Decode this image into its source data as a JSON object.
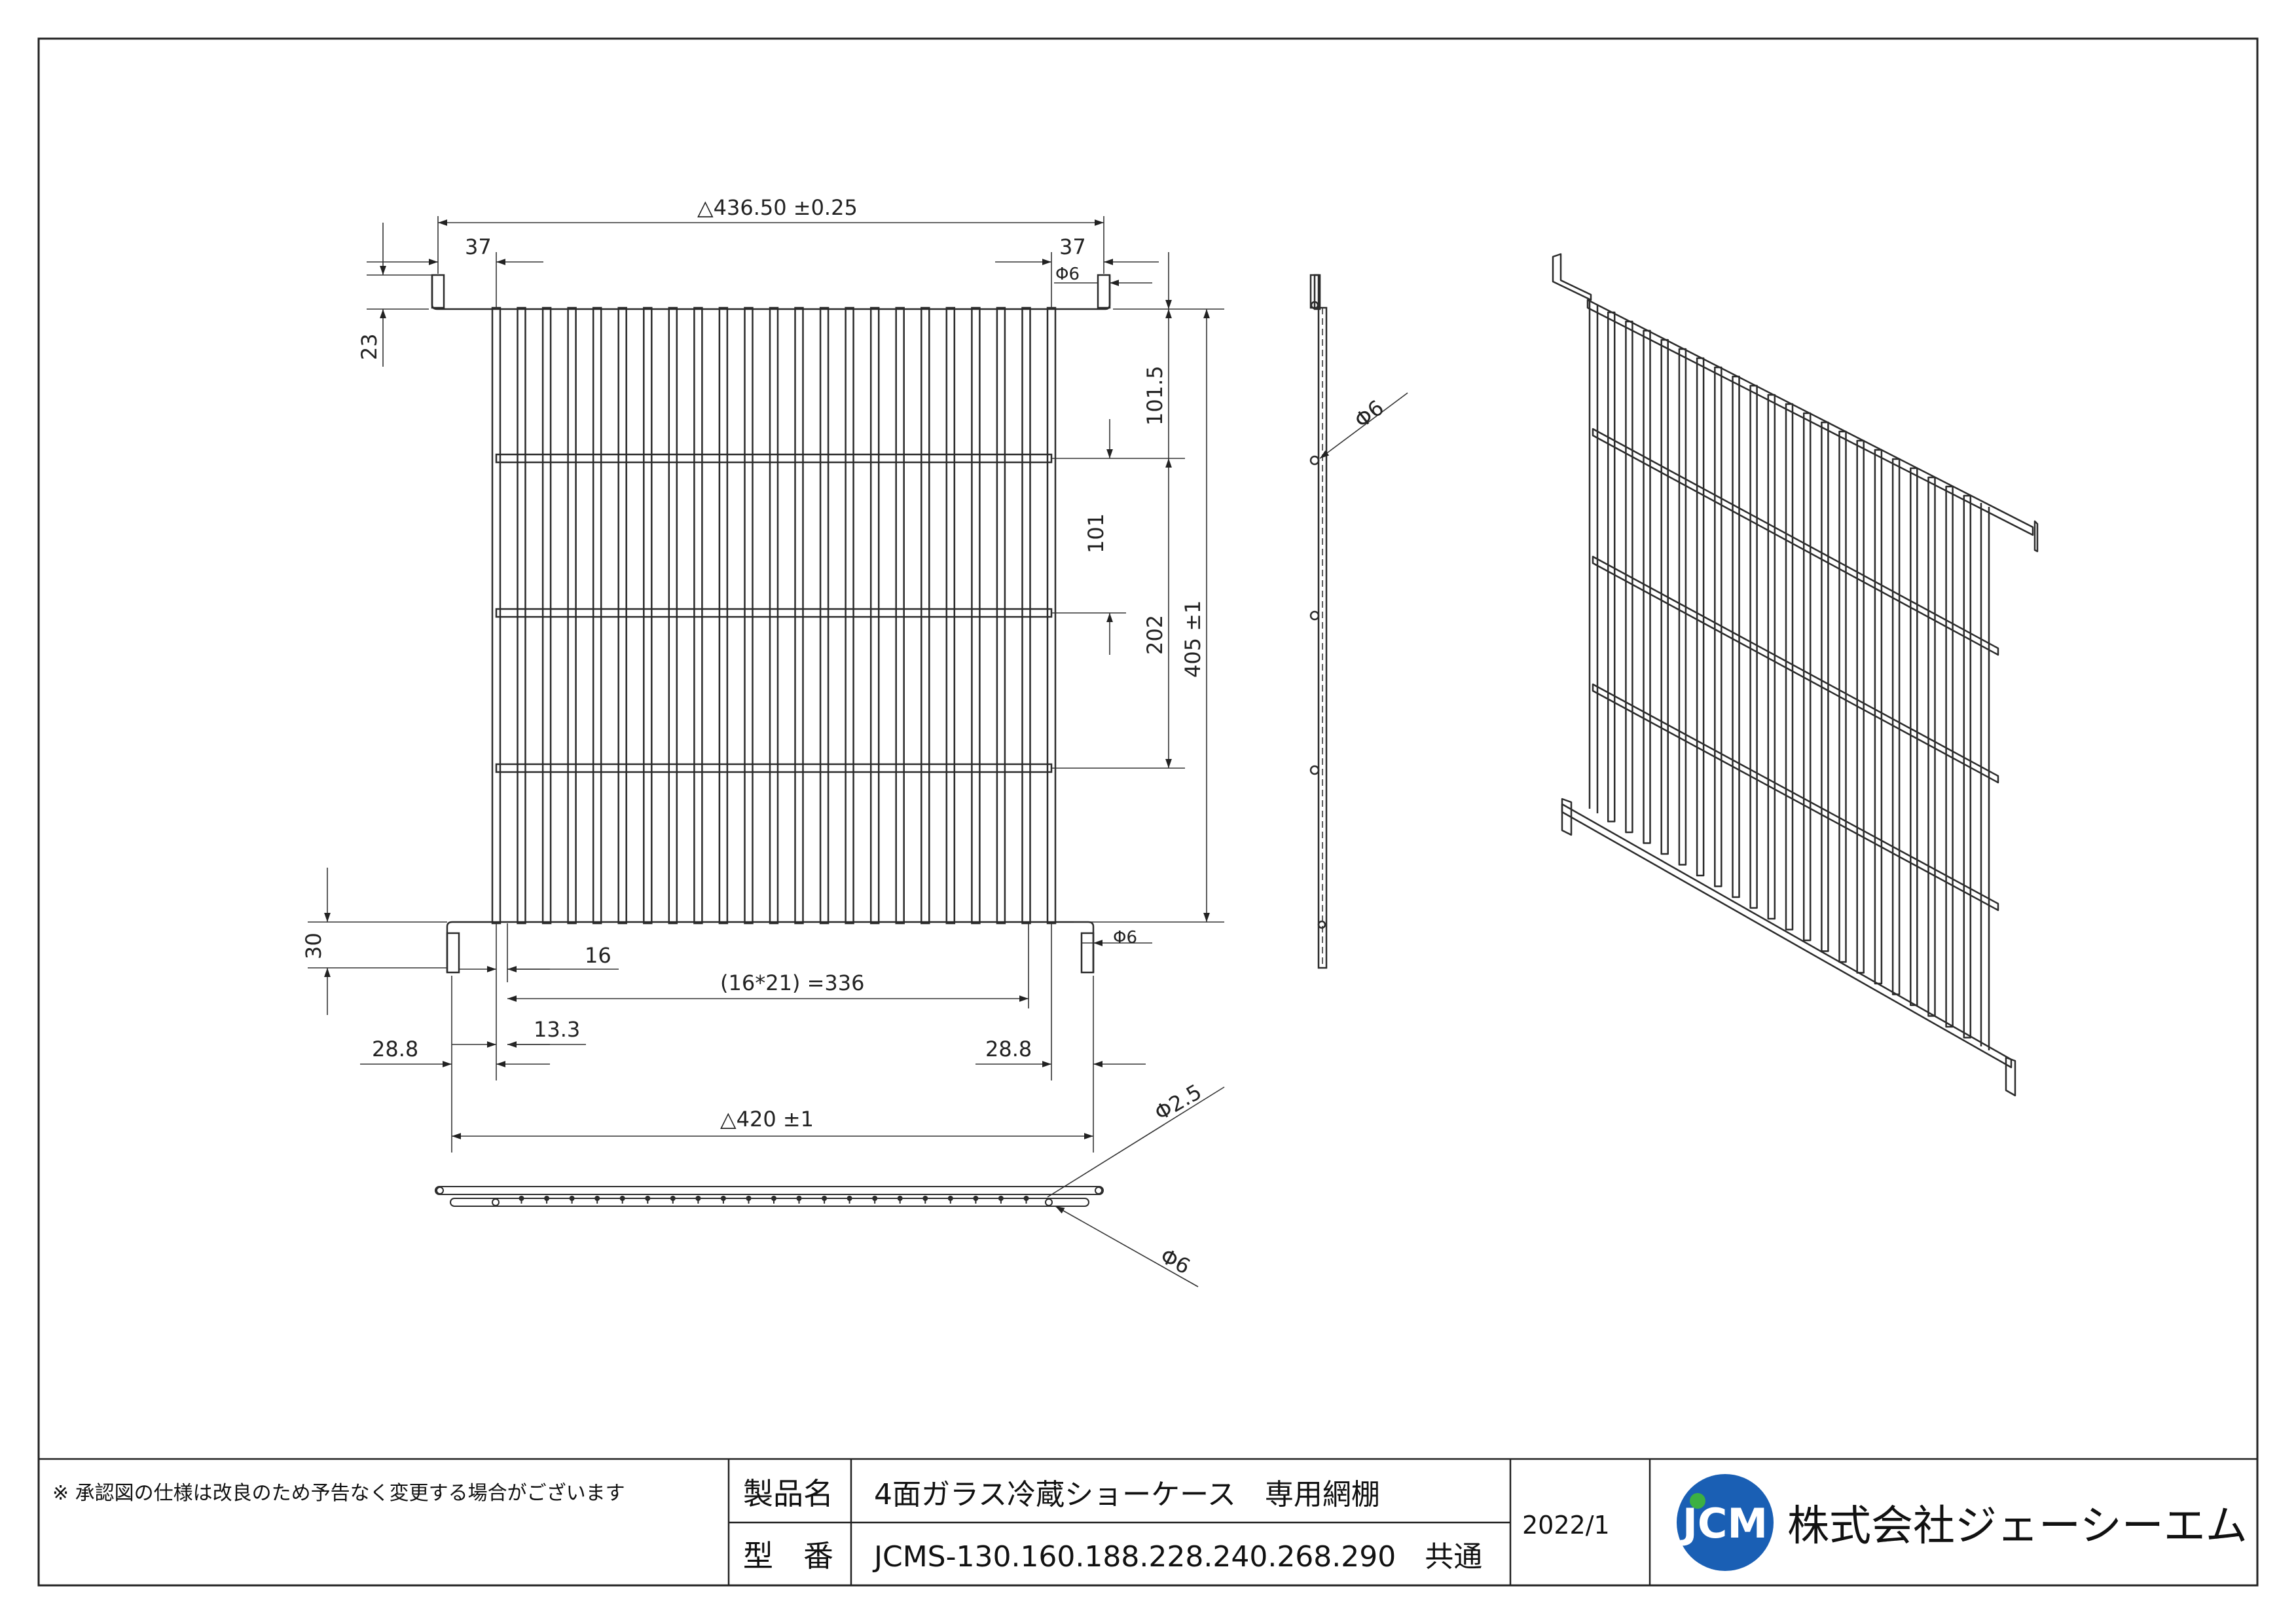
{
  "dimensions": {
    "top_width": "△436.50 ±0.25",
    "left_offset": "37",
    "right_offset": "37",
    "hook_dia_top": "Φ6",
    "hook_height_top": "23",
    "first_cross": "101.5",
    "cross_spacing": "101",
    "two_cross": "202",
    "total_depth": "405 ±1",
    "hook_height_bottom": "30",
    "wire_pitch": "16",
    "span_label": "(16*21) =336",
    "inner_offset": "13.3",
    "left_edge": "28.8",
    "right_edge": "28.8",
    "hook_dia_bottom": "Φ6",
    "bottom_width": "△420 ±1",
    "wire_dia": "Φ2.5",
    "frame_dia": "Φ6",
    "side_dia": "Φ6"
  },
  "title_block": {
    "note": "※ 承認図の仕様は改良のため予告なく変更する場合がございます",
    "product_label": "製品名",
    "product_value": "4面ガラス冷蔵ショーケース　専用網棚",
    "model_label": "型　番",
    "model_value": "JCMS-130.160.188.228.240.268.290　共通",
    "date": "2022/1",
    "logo_text": "JCM",
    "company": "株式会社ジェーシーエム"
  },
  "colors": {
    "line": "#2b2b2b",
    "logo_blue": "#1a5fb4",
    "logo_green": "#3cb043"
  }
}
